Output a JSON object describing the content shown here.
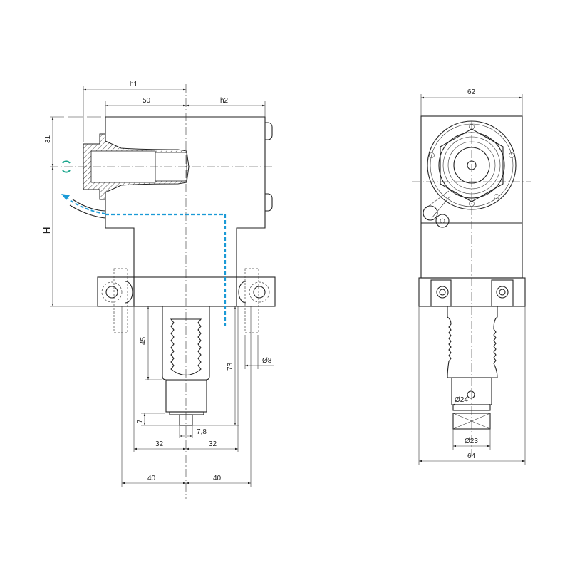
{
  "side_view": {
    "dimensions": {
      "h1": "h1",
      "d50": "50",
      "h2": "h2",
      "d31": "31",
      "H": "H",
      "d45": "45",
      "d73": "73",
      "d8": "Ø8",
      "d7": "7",
      "d7_8": "7,8",
      "d32_left": "32",
      "d32_right": "32",
      "d40_left": "40",
      "d40_right": "40"
    }
  },
  "front_view": {
    "dimensions": {
      "d62": "62",
      "d24": "Ø24",
      "d23": "Ø23",
      "d64": "64"
    }
  },
  "colors": {
    "coolant": "#1a9ad6",
    "rotation": "#1aa58c",
    "line": "#222222"
  }
}
